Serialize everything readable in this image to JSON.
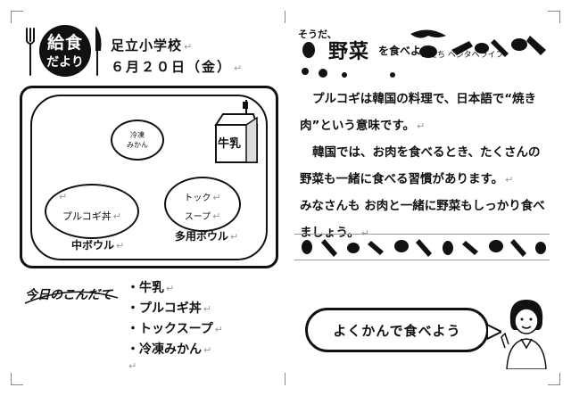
{
  "header": {
    "logo_top": "給食",
    "logo_bottom": "だより",
    "school": "足立小学校",
    "date": "６月２０日（金）"
  },
  "tray": {
    "milk_label": "牛乳",
    "mikan_line1": "冷凍",
    "mikan_line2": "みかん",
    "bulgogi_label": "プルコギ丼",
    "medium_bowl": "中ボウル",
    "soup_line1": "トック",
    "soup_line2": "スープ",
    "multi_bowl": "多用ボウル"
  },
  "right_header": {
    "sou": "そうだ、",
    "yasai": "野菜",
    "tabe": "を食べよう",
    "sub": "あだち ベジタベライフ"
  },
  "article": {
    "p1": "プルコギは韓国の料理で、日本語で“焼き肉”という意味です。",
    "p2": "韓国では、お肉を食べるとき、たくさんの野菜も一緒に食べる習慣があります。",
    "p3": "みなさんも お肉と一緒に野菜もしっかり食べましょう。"
  },
  "konda": {
    "label": "今日のこんだて",
    "items": [
      "牛乳",
      "プルコギ丼",
      "トックスープ",
      "冷凍みかん"
    ]
  },
  "bubble": {
    "text": "よくかんで食べよう"
  }
}
